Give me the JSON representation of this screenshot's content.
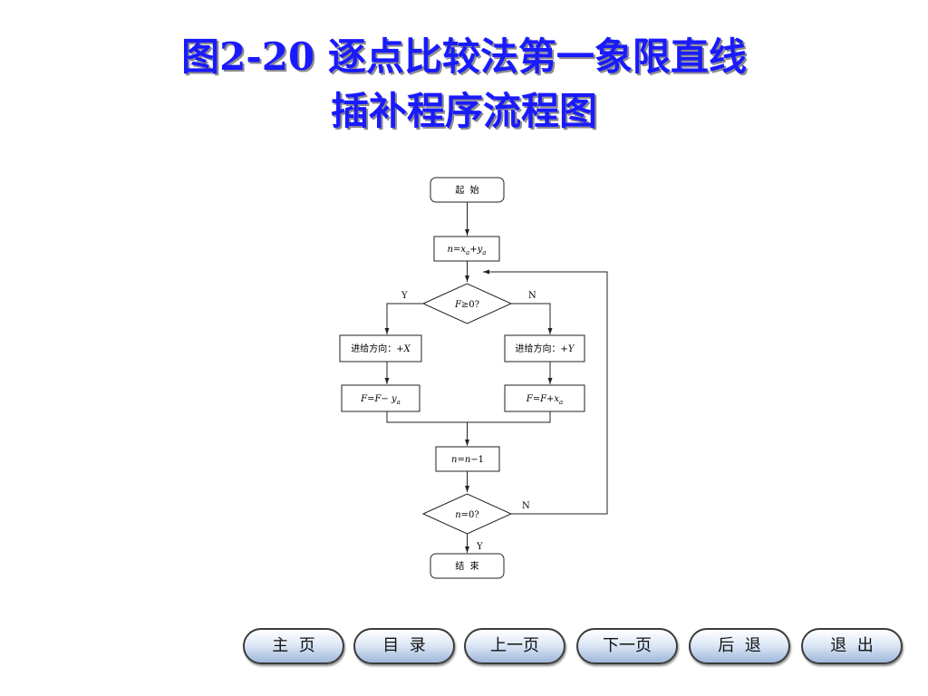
{
  "title": {
    "line1": "图2-20 逐点比较法第一象限直线",
    "line2": "插补程序流程图"
  },
  "flowchart": {
    "start": "起  始",
    "init": {
      "var": "n",
      "eq": "=x",
      "sub1": "a",
      "plus": "+y",
      "sub2": "a"
    },
    "decision1": {
      "var": "F",
      "rest": "≥0?"
    },
    "branch_yes": "Y",
    "branch_no": "N",
    "step_x": {
      "text": "进给方向：",
      "val": "+X"
    },
    "step_y": {
      "text": "进给方向：",
      "val": "+Y"
    },
    "calc_left": {
      "var": "F",
      "eq": "=F−",
      "y": " y",
      "sub": "a"
    },
    "calc_right": {
      "var": "F",
      "eq": "=F+x",
      "sub": "a"
    },
    "decrement": {
      "var": "n",
      "eq": "=n",
      "rest": "−1"
    },
    "decision2": {
      "var": "n",
      "rest": "=0?"
    },
    "loop_no": "N",
    "end_yes": "Y",
    "end": "结  束"
  },
  "nav": {
    "home": "主  页",
    "toc": "目  录",
    "prev": "上一页",
    "next": "下一页",
    "back": "后  退",
    "exit": "退  出"
  },
  "colors": {
    "title": "#1a1aff",
    "title_shadow": "#8c8c8c",
    "button_top": "#ffffff",
    "button_bottom": "#9fb8da"
  }
}
